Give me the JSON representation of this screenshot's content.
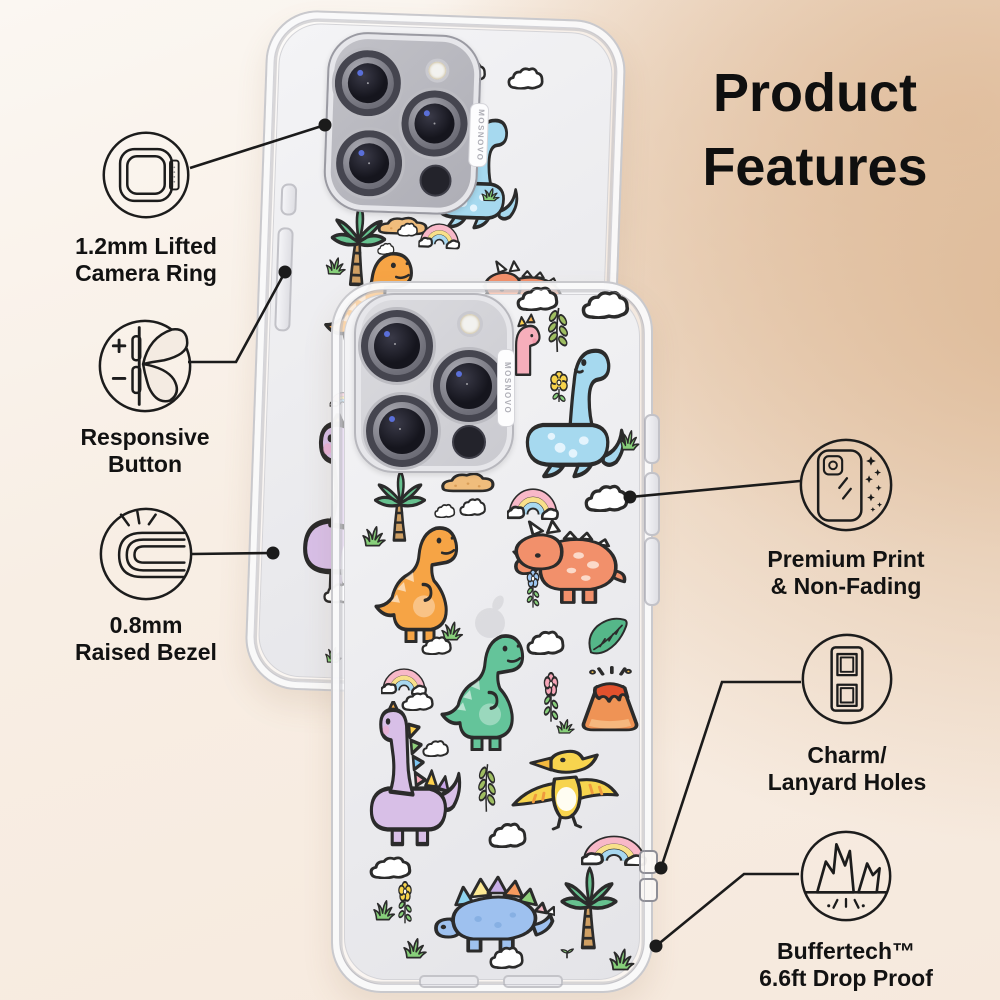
{
  "title": {
    "line1": "Product",
    "line2": "Features"
  },
  "brand": "MOSNOVO",
  "features": [
    {
      "id": "camera-ring",
      "icon": "camera-ring-icon",
      "lines": [
        "1.2mm Lifted",
        "Camera Ring"
      ]
    },
    {
      "id": "responsive-button",
      "icon": "responsive-button-icon",
      "lines": [
        "Responsive",
        "Button"
      ]
    },
    {
      "id": "raised-bezel",
      "icon": "raised-bezel-icon",
      "lines": [
        "0.8mm",
        "Raised Bezel"
      ]
    },
    {
      "id": "premium-print",
      "icon": "premium-print-icon",
      "lines": [
        "Premium Print",
        "& Non-Fading"
      ]
    },
    {
      "id": "charm-lanyard",
      "icon": "charm-lanyard-holes-icon",
      "lines": [
        "Charm/",
        "Lanyard Holes"
      ]
    },
    {
      "id": "drop-proof",
      "icon": "impact-icon",
      "lines": [
        "Buffertech™",
        "6.6ft Drop Proof"
      ]
    }
  ],
  "colors": {
    "title_text": "#0f0f0f",
    "label_text": "#121212",
    "callout_line": "#1b1b1b",
    "bg_tan": "#debb99",
    "bg_cream": "#fbf7f2",
    "dino_blue": "#a6d9ef",
    "dino_purple": "#d8bfe7",
    "dino_orange": "#f6a445",
    "dino_green": "#64c49a",
    "dino_coral": "#f2906b",
    "stego_blue": "#9ec1ef",
    "ptero_yellow": "#f7d44e"
  },
  "case_pattern_motifs": [
    "long-neck-dino",
    "brontosaurus",
    "t-rex",
    "triceratops",
    "stegosaurus",
    "pterodactyl",
    "baby-dino",
    "palm-tree",
    "rainbow",
    "cloud",
    "volcano",
    "flower",
    "grass",
    "sprig",
    "leaf",
    "island",
    "sprout"
  ]
}
